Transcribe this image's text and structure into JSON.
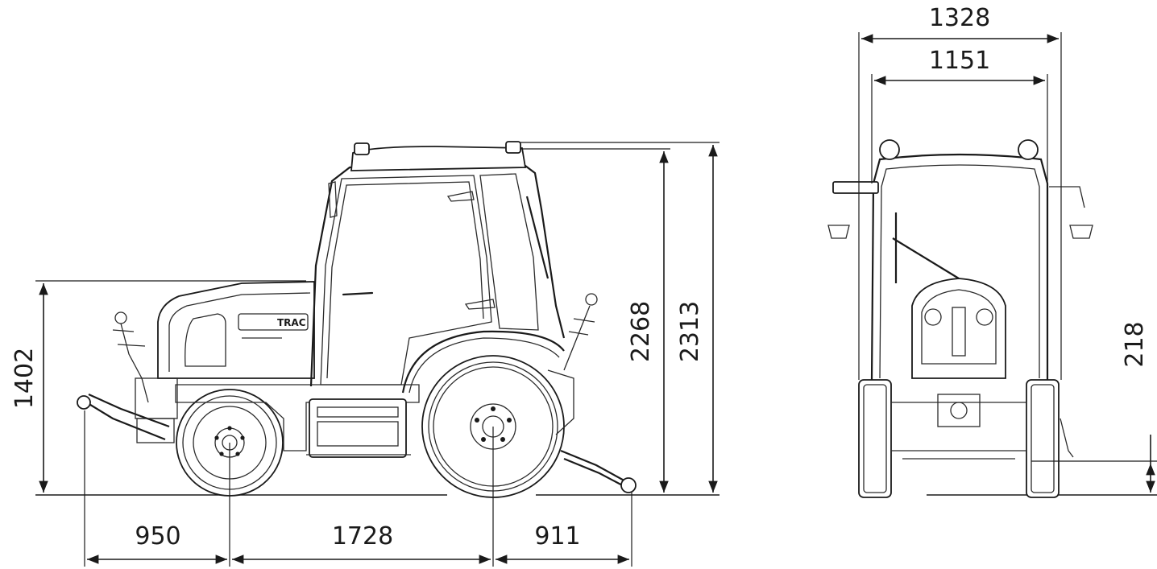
{
  "side_view": {
    "overall_height": "2313",
    "cab_height": "2268",
    "hood_height": "1402",
    "front_overhang": "950",
    "wheelbase": "1728",
    "rear_overhang": "911",
    "brand_badge": "TRAC"
  },
  "front_view": {
    "overall_width": "1328",
    "track_width": "1151",
    "ground_clearance": "218"
  }
}
